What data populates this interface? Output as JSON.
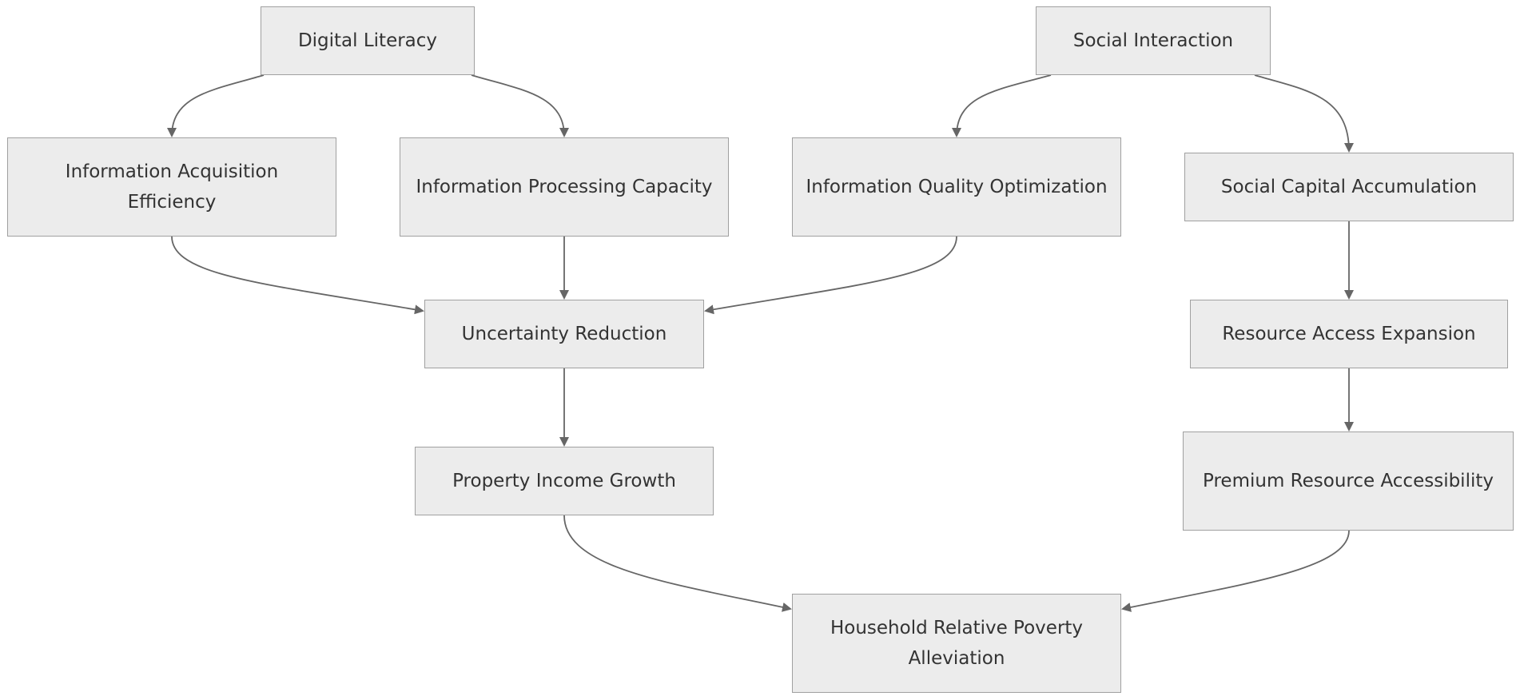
{
  "diagram": {
    "colors": {
      "node_fill": "#ececec",
      "node_border": "#a0a0a0",
      "edge": "#666666",
      "text": "#333333"
    },
    "nodes": {
      "digital_literacy": "Digital Literacy",
      "social_interaction": "Social Interaction",
      "info_acquisition": "Information Acquisition Efficiency",
      "info_processing": "Information Processing Capacity",
      "info_quality": "Information Quality Optimization",
      "social_capital": "Social Capital Accumulation",
      "uncertainty_reduction": "Uncertainty Reduction",
      "resource_access": "Resource Access Expansion",
      "property_income": "Property Income Growth",
      "premium_resource": "Premium Resource Accessibility",
      "poverty_alleviation": "Household Relative Poverty Alleviation"
    },
    "edges": [
      {
        "from": "digital_literacy",
        "to": "info_acquisition"
      },
      {
        "from": "digital_literacy",
        "to": "info_processing"
      },
      {
        "from": "social_interaction",
        "to": "info_quality"
      },
      {
        "from": "social_interaction",
        "to": "social_capital"
      },
      {
        "from": "info_acquisition",
        "to": "uncertainty_reduction"
      },
      {
        "from": "info_processing",
        "to": "uncertainty_reduction"
      },
      {
        "from": "info_quality",
        "to": "uncertainty_reduction"
      },
      {
        "from": "social_capital",
        "to": "resource_access"
      },
      {
        "from": "uncertainty_reduction",
        "to": "property_income"
      },
      {
        "from": "resource_access",
        "to": "premium_resource"
      },
      {
        "from": "property_income",
        "to": "poverty_alleviation"
      },
      {
        "from": "premium_resource",
        "to": "poverty_alleviation"
      }
    ]
  }
}
